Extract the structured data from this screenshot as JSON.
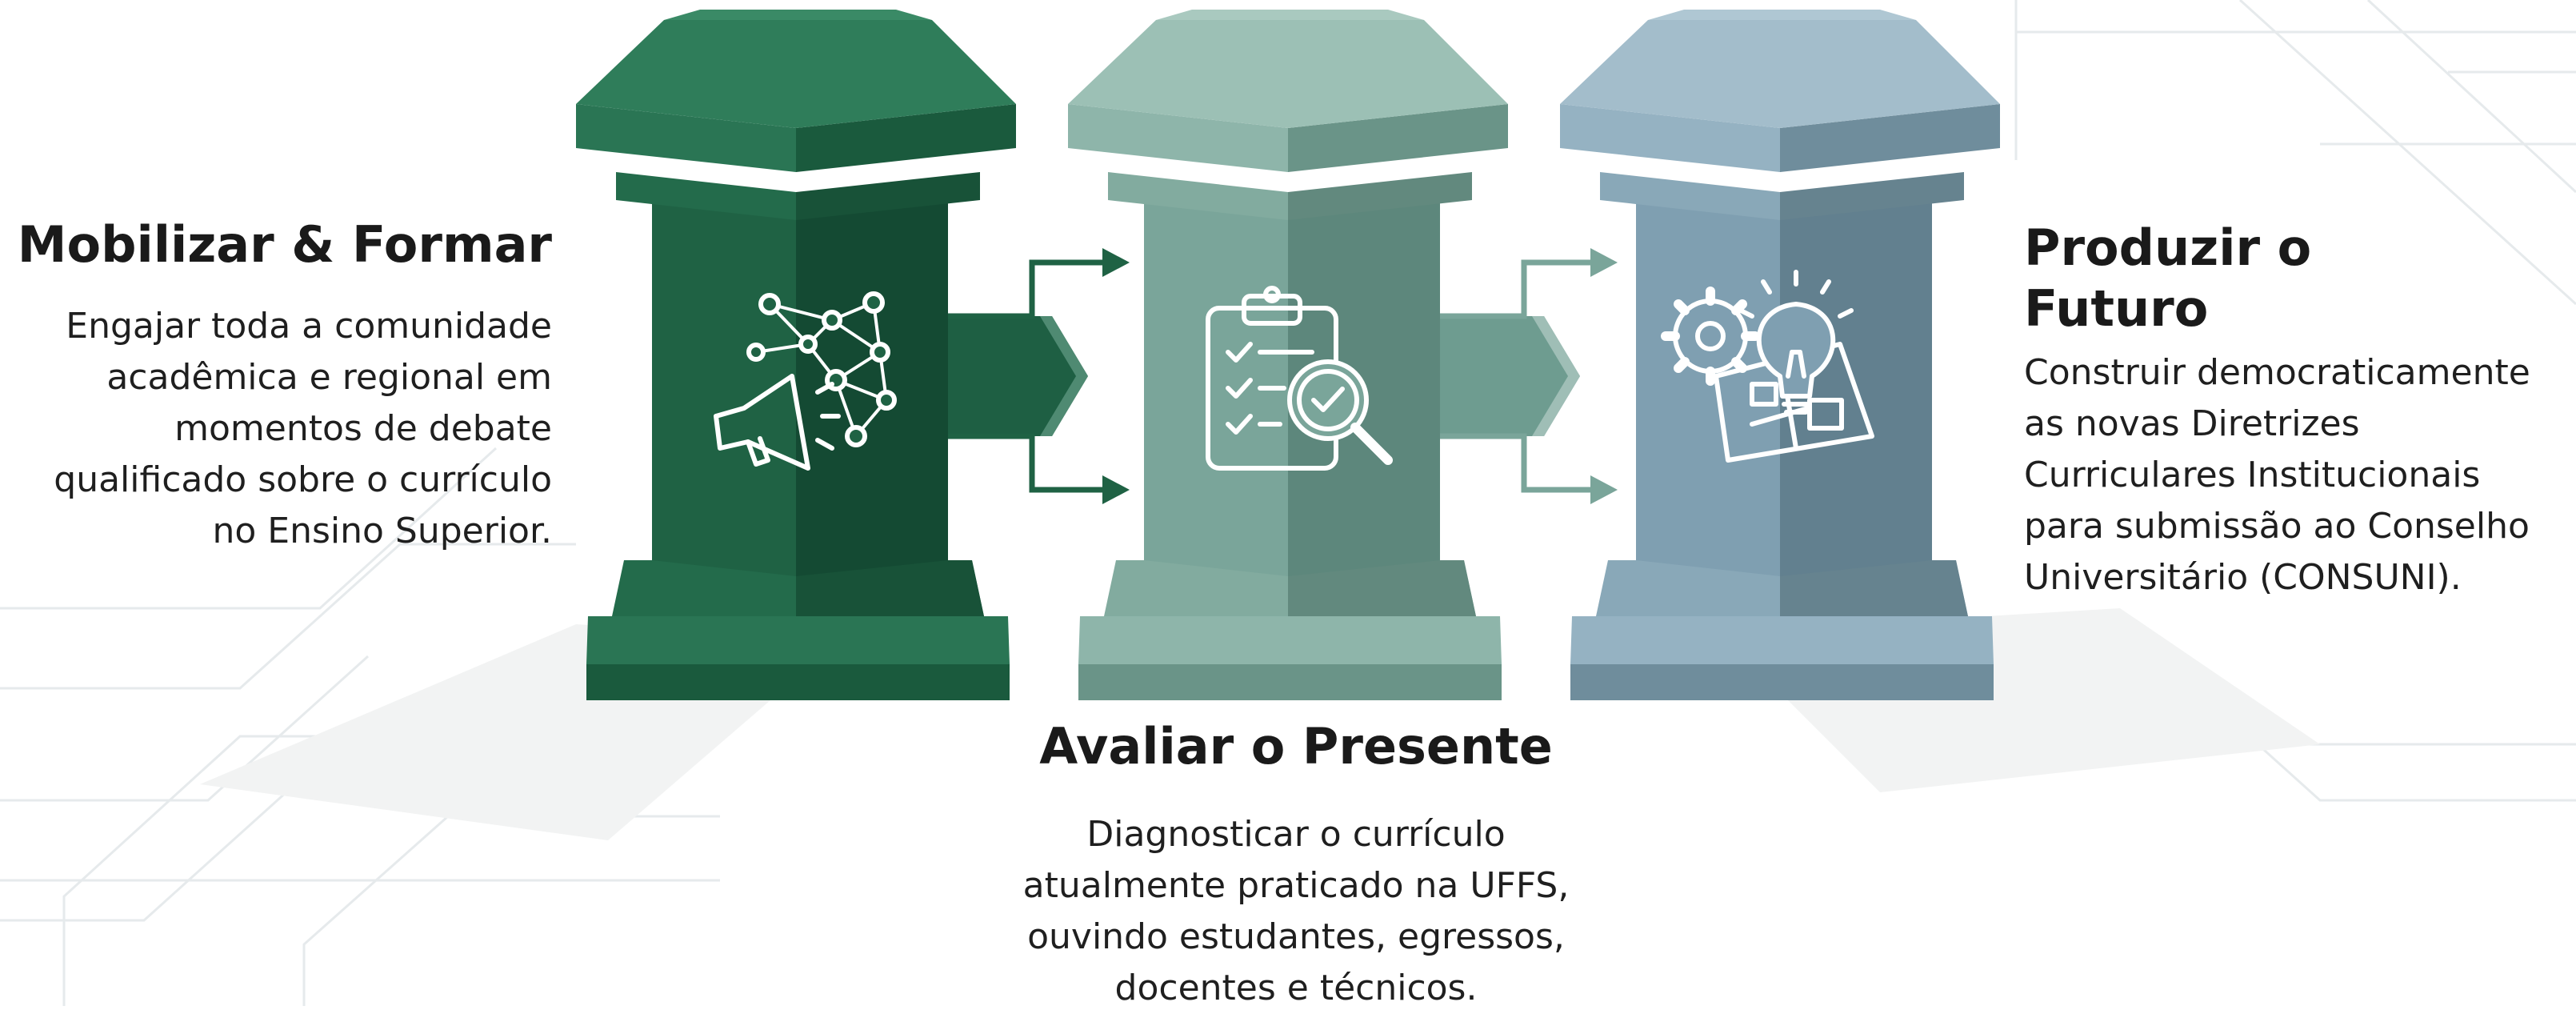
{
  "stages": {
    "left": {
      "title": "Mobilizar & Formar",
      "description_lines": [
        "Engajar toda a comunidade",
        "acadêmica e regional em",
        "momentos de debate",
        "qualificado sobre o currículo",
        "no Ensino Superior."
      ]
    },
    "bottom": {
      "title": "Avaliar o Presente",
      "description_lines": [
        "Diagnosticar o currículo",
        "atualmente praticado na UFFS,",
        "ouvindo estudantes, egressos,",
        "docentes e técnicos."
      ]
    },
    "right": {
      "title_lines": [
        "Produzir o",
        "Futuro"
      ],
      "description_lines": [
        "Construir democraticamente",
        "as novas Diretrizes",
        "Curriculares Institucionais",
        "para submissão ao Conselho",
        "Universitário (CONSUNI)."
      ]
    }
  },
  "pillars": [
    {
      "name": "pillar-mobilize",
      "icon": "megaphone-network-icon",
      "colors": {
        "front": "#1f6244",
        "side": "#144a33",
        "top": "#2a7554"
      }
    },
    {
      "name": "pillar-evaluate",
      "icon": "clipboard-magnifier-icon",
      "colors": {
        "front": "#7aa59a",
        "side": "#5d877c",
        "top": "#8eb5aa"
      }
    },
    {
      "name": "pillar-produce",
      "icon": "gear-lightbulb-blueprint-icon",
      "colors": {
        "front": "#7f9fb1",
        "side": "#62808f",
        "top": "#95b2c2"
      }
    }
  ],
  "colors": {
    "title": "#1a1a1a",
    "text": "#1f1f1f",
    "background_lines": "#e9ecee"
  }
}
